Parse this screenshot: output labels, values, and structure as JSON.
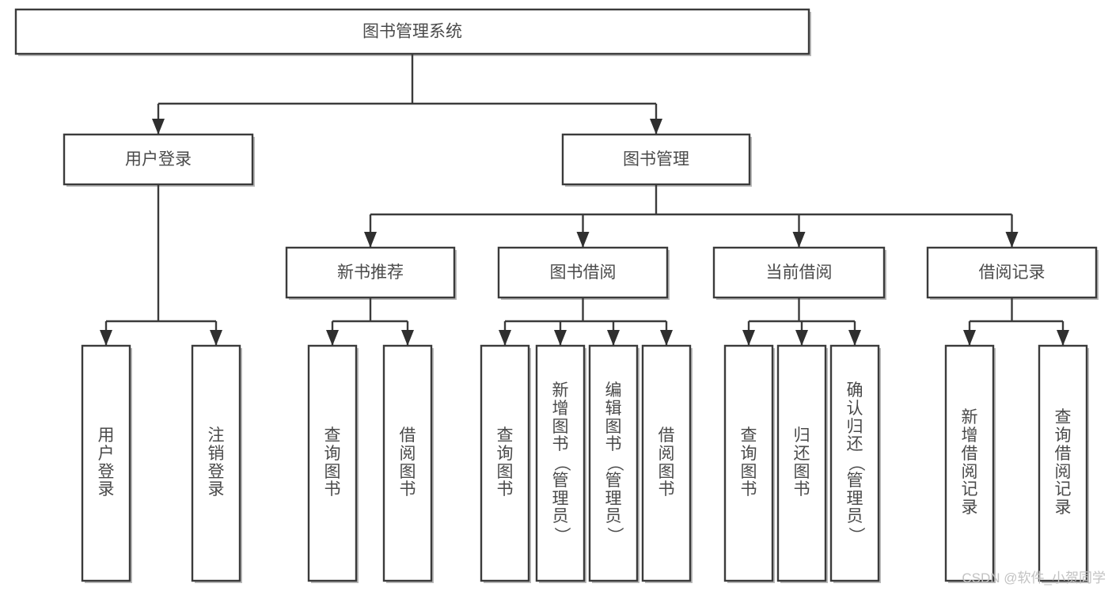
{
  "diagram": {
    "type": "tree",
    "title": "图书管理系统",
    "root": {
      "id": "root",
      "label": "图书管理系统"
    },
    "level2": [
      {
        "id": "user-login",
        "label": "用户登录"
      },
      {
        "id": "book-manage",
        "label": "图书管理"
      }
    ],
    "level3": [
      {
        "id": "new-book-rec",
        "label": "新书推荐",
        "parent": "book-manage"
      },
      {
        "id": "book-borrow",
        "label": "图书借阅",
        "parent": "book-manage"
      },
      {
        "id": "current-borrow",
        "label": "当前借阅",
        "parent": "book-manage"
      },
      {
        "id": "borrow-record",
        "label": "借阅记录",
        "parent": "book-manage"
      }
    ],
    "leaves": [
      {
        "id": "leaf-user-login",
        "label": "用户登录",
        "parent": "user-login"
      },
      {
        "id": "leaf-logout",
        "label": "注销登录",
        "parent": "user-login"
      },
      {
        "id": "leaf-query-book-1",
        "label": "查询图书",
        "parent": "new-book-rec"
      },
      {
        "id": "leaf-borrow-book-1",
        "label": "借阅图书",
        "parent": "new-book-rec"
      },
      {
        "id": "leaf-query-book-2",
        "label": "查询图书",
        "parent": "book-borrow"
      },
      {
        "id": "leaf-add-book",
        "label": "新增图书（管理员）",
        "parent": "book-borrow"
      },
      {
        "id": "leaf-edit-book",
        "label": "编辑图书（管理员）",
        "parent": "book-borrow"
      },
      {
        "id": "leaf-borrow-book-2",
        "label": "借阅图书",
        "parent": "book-borrow"
      },
      {
        "id": "leaf-query-book-3",
        "label": "查询图书",
        "parent": "current-borrow"
      },
      {
        "id": "leaf-return-book",
        "label": "归还图书",
        "parent": "current-borrow"
      },
      {
        "id": "leaf-confirm-return",
        "label": "确认归还（管理员）",
        "parent": "current-borrow"
      },
      {
        "id": "leaf-add-record",
        "label": "新增借阅记录",
        "parent": "borrow-record"
      },
      {
        "id": "leaf-query-record",
        "label": "查询借阅记录",
        "parent": "borrow-record"
      }
    ],
    "colors": {
      "background": "#ffffff",
      "box_stroke": "#3b3b3b",
      "box_fill": "#ffffff",
      "text": "#4a4a4a",
      "connector": "#3b3b3b",
      "watermark": "#c2c2c2"
    }
  },
  "watermark": {
    "text": "CSDN @软件_小贺同学"
  }
}
